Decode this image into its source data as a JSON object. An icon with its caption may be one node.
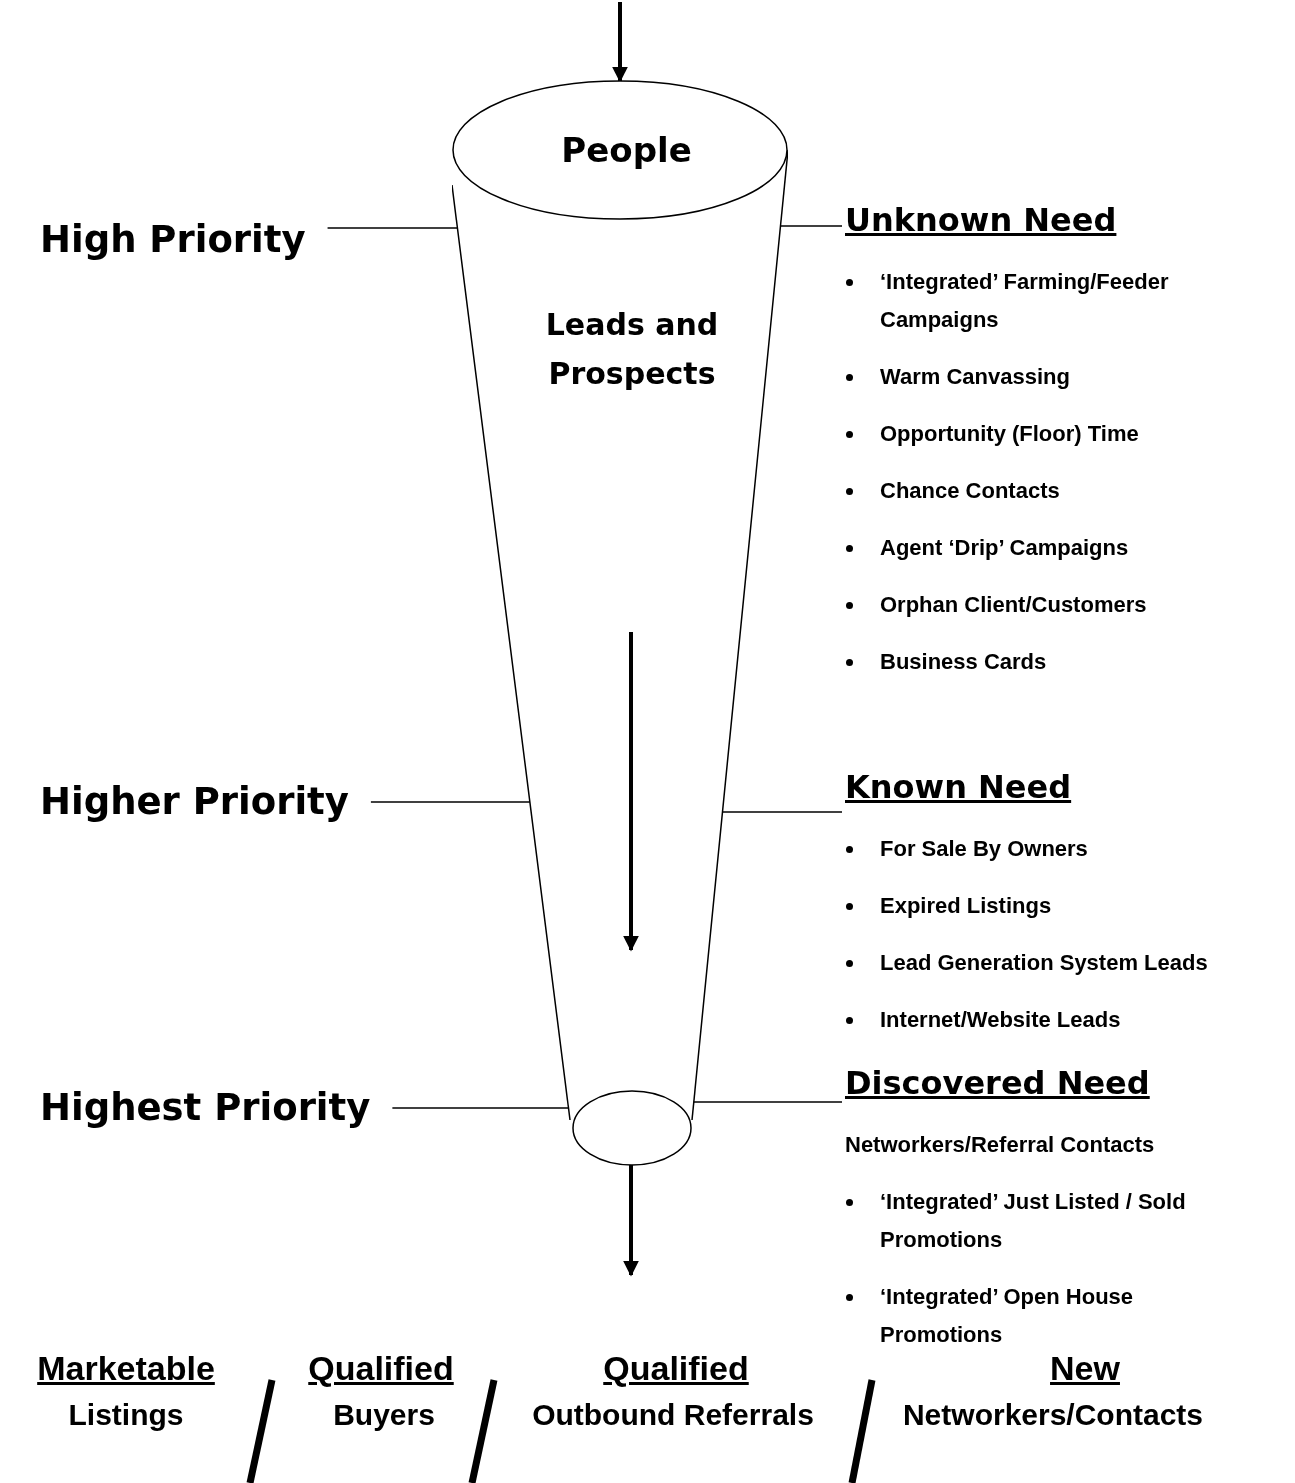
{
  "diagram": {
    "nodes": [
      {
        "text": [
          "People"
        ]
      },
      {
        "text": [
          "Leads and Prospects"
        ]
      },
      {
        "text": [],
        "shape": "circle"
      },
      {
        "text": [
          "High Priority"
        ]
      },
      {
        "text": [
          "Higher Priority"
        ]
      },
      {
        "text": [
          "Highest Priority"
        ]
      },
      {
        "text": [
          "Unknown Need",
          "‘Integrated’  Farming/Feeder Campaigns",
          "Warm Canvassing",
          "Opportunity (Floor) Time",
          "Chance Contacts",
          "Agent ‘Drip’ Campaigns",
          "Orphan Client/Customers",
          "Business Cards"
        ]
      },
      {
        "text": [
          "Known Need",
          "For Sale By Owners",
          "Expired Listings",
          "Lead Generation System Leads",
          "Internet/Website Leads"
        ]
      },
      {
        "text": [
          "Discovered Need",
          "Networkers/Referral Contacts",
          "‘Integrated’ Just Listed / Sold Promotions",
          "‘Integrated’ Open House Promotions"
        ]
      }
    ],
    "edges": [
      {
        "from": null,
        "to": 0,
        "arrow": "to",
        "style": "thick"
      },
      {
        "from": 2,
        "to": null,
        "arrow": "to",
        "style": "thick"
      },
      {
        "from": 3,
        "to": 1,
        "arrow": "none"
      },
      {
        "from": 4,
        "to": 1,
        "arrow": "none"
      },
      {
        "from": 5,
        "to": 2,
        "arrow": "none"
      },
      {
        "from": 1,
        "to": 6,
        "arrow": "none"
      },
      {
        "from": 1,
        "to": 7,
        "arrow": "none"
      },
      {
        "from": 2,
        "to": 8,
        "arrow": "none"
      }
    ],
    "labels": [
      "Marketable",
      "Listings",
      "Qualified",
      "Buyers",
      "Qualified",
      "Outbound Referrals",
      "New",
      "Networkers/Contacts"
    ]
  }
}
